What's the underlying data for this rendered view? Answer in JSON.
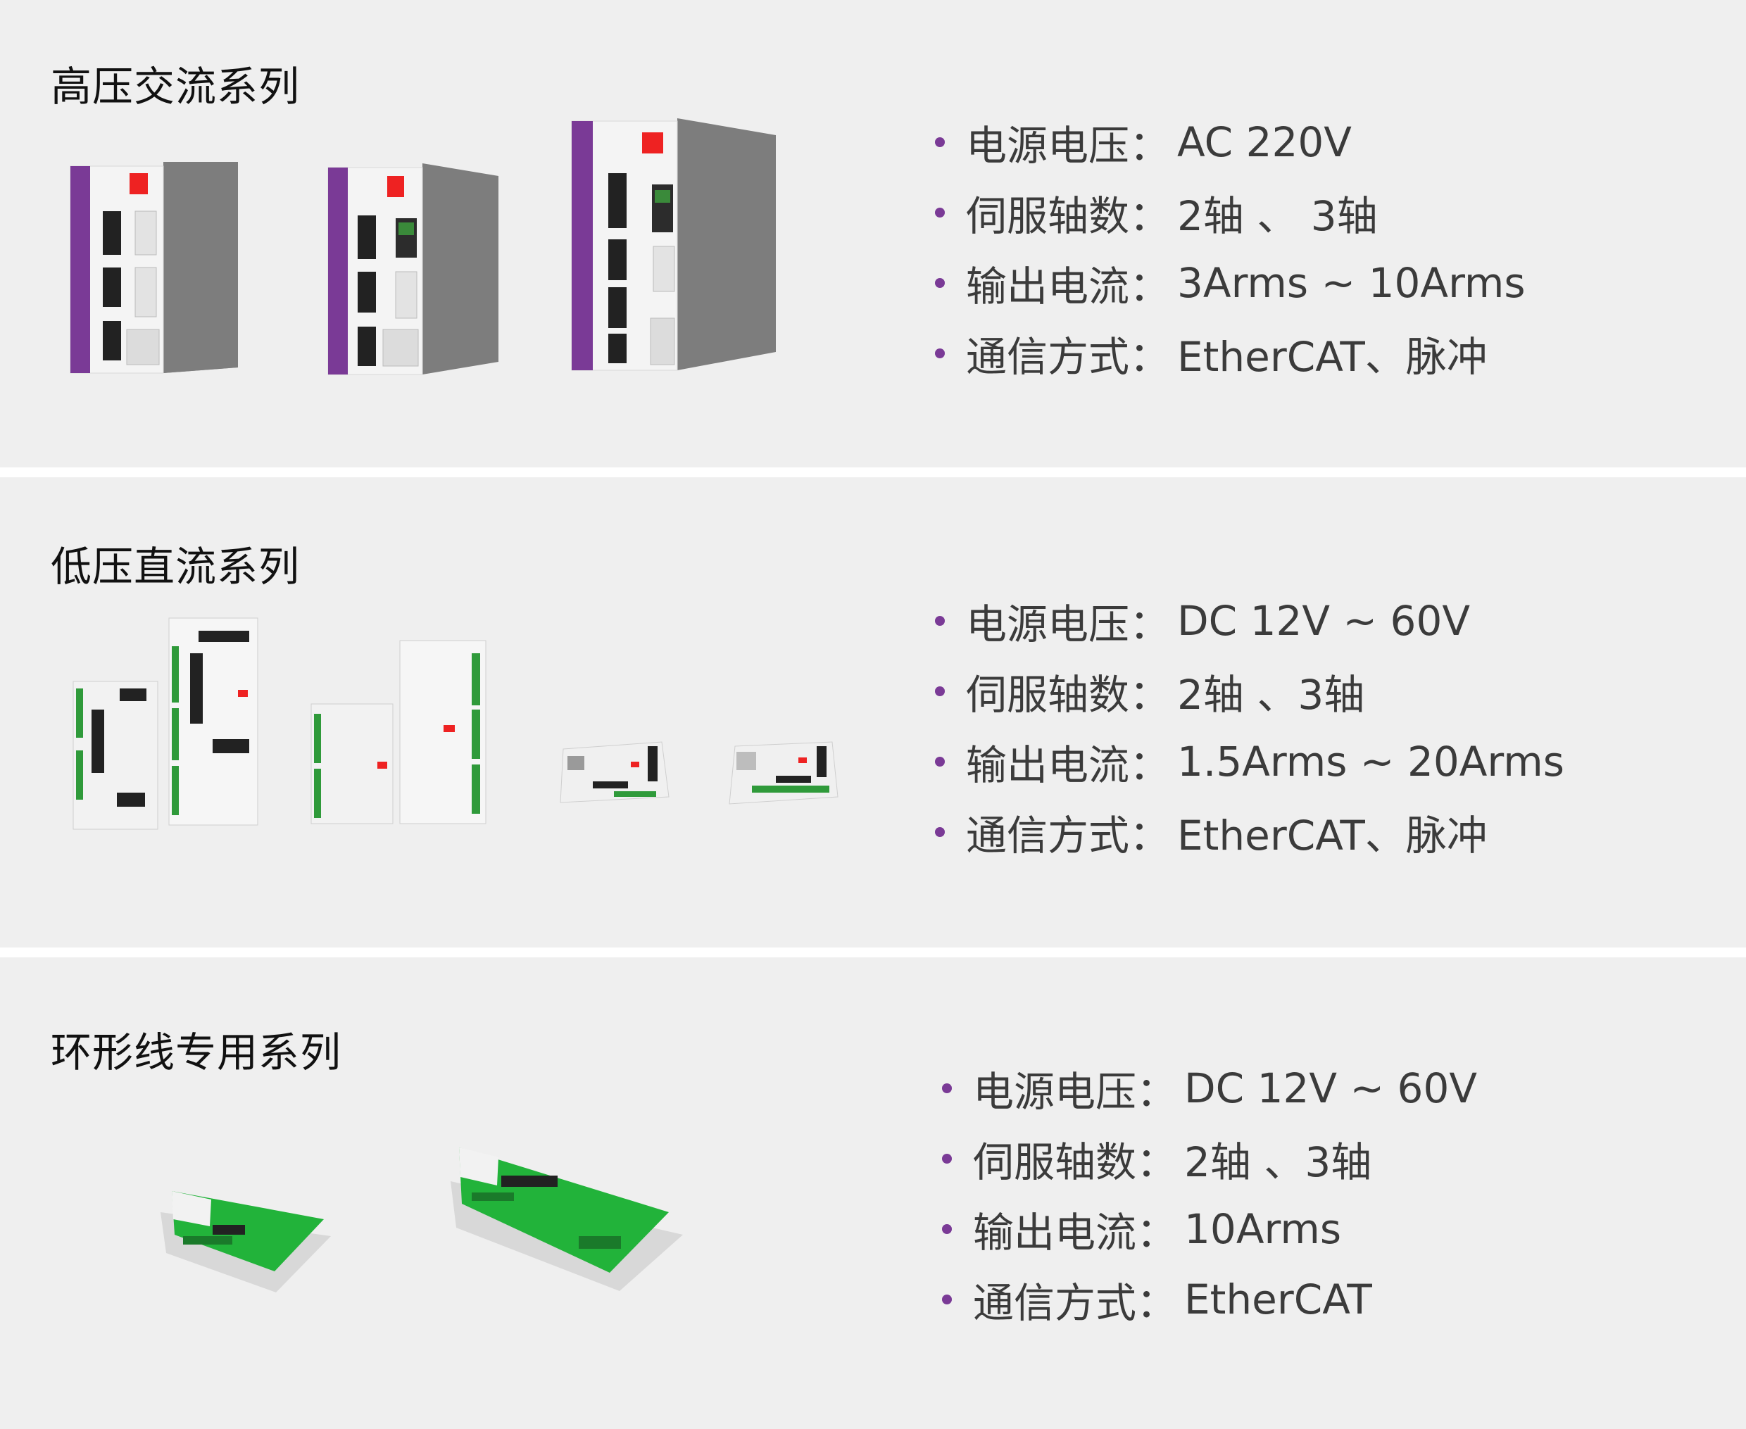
{
  "sections": [
    {
      "title": "高压交流系列",
      "specs": [
        {
          "label": "电源电压：",
          "value": "AC 220V"
        },
        {
          "label": "伺服轴数：",
          "value": "2轴 、 3轴"
        },
        {
          "label": "输出电流：",
          "value": "3Arms ~ 10Arms"
        },
        {
          "label": "通信方式：",
          "value": "EtherCAT、脉冲"
        }
      ]
    },
    {
      "title": "低压直流系列",
      "specs": [
        {
          "label": "电源电压：",
          "value": "DC 12V ~ 60V"
        },
        {
          "label": "伺服轴数：",
          "value": "2轴 、3轴"
        },
        {
          "label": "输出电流：",
          "value": "1.5Arms ~ 20Arms"
        },
        {
          "label": "通信方式：",
          "value": "EtherCAT、脉冲"
        }
      ]
    },
    {
      "title": "环形线专用系列",
      "specs": [
        {
          "label": "电源电压：",
          "value": "DC 12V ~ 60V"
        },
        {
          "label": "伺服轴数：",
          "value": "2轴 、3轴"
        },
        {
          "label": "输出电流：",
          "value": "10Arms"
        },
        {
          "label": "通信方式：",
          "value": "EtherCAT"
        }
      ]
    }
  ],
  "colors": {
    "background": "#efefef",
    "divider": "#ffffff",
    "bullet": "#7a3a96",
    "title": "#111111",
    "spec_text": "#3b3b3b",
    "drive_purple": "#7a3a96",
    "pcb_green": "#22b33a"
  }
}
